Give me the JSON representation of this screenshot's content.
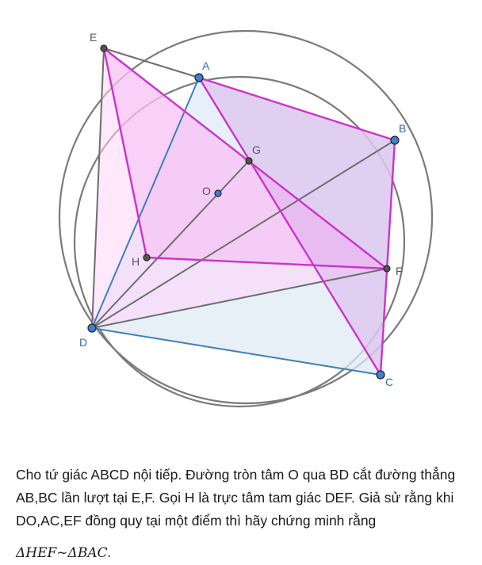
{
  "figure": {
    "labels": {
      "E": "E",
      "A": "A",
      "B": "B",
      "G": "G",
      "O": "O",
      "H": "H",
      "F": "F",
      "D": "D",
      "C": "C"
    }
  },
  "problem": {
    "text": "Cho tứ giác ABCD nội tiếp. Đường tròn tâm O qua BD cắt đường thẳng AB,BC lần lượt tại E,F. Gọi H là trực tâm tam giác DEF. Giả sử rằng khi DO,AC,EF đồng quy tại một điểm thì hãy chứng minh rằng",
    "formula": "ΔHEF~ΔBAC."
  },
  "colors": {
    "circle": "#777777",
    "magenta": "#cc33cc",
    "blue": "#3f7fb8",
    "gray_line": "#707070",
    "label_gray": "#555555",
    "label_blue": "#2f6fa8"
  }
}
